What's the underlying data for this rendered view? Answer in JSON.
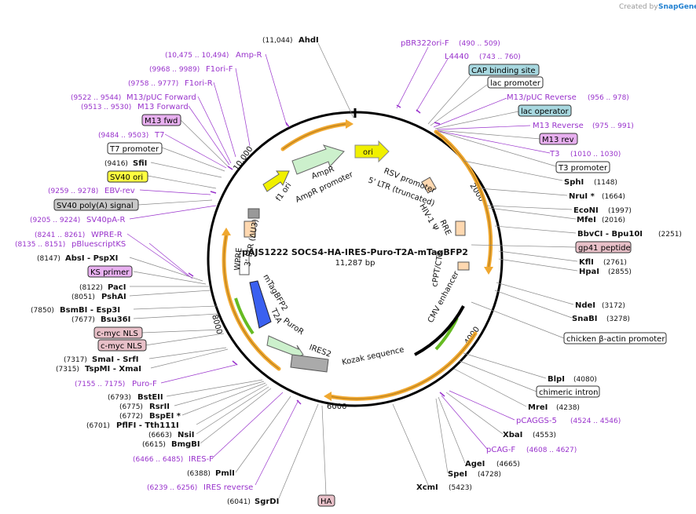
{
  "credit": {
    "created_by": "Created by",
    "brand": "SnapGene"
  },
  "plasmid": {
    "name": "pAJS1222 SOCS4-HA-IRES-Puro-T2A-mTagBFP2",
    "length": "11,287 bp"
  },
  "ring_ticks": [
    "2000",
    "4000",
    "6000",
    "8000",
    "10,000"
  ],
  "enzymes": [
    {
      "name": "AhdI",
      "pos": "(11,044)"
    },
    {
      "name": "SphI",
      "pos": "(1148)"
    },
    {
      "name": "NruI *",
      "pos": "(1664)"
    },
    {
      "name": "EcoNI",
      "pos": "(1997)"
    },
    {
      "name": "MfeI",
      "pos": "(2016)"
    },
    {
      "name": "BbvCI - Bpu10I",
      "pos": "(2251)"
    },
    {
      "name": "KflI",
      "pos": "(2761)"
    },
    {
      "name": "HpaI",
      "pos": "(2855)"
    },
    {
      "name": "NdeI",
      "pos": "(3172)"
    },
    {
      "name": "SnaBI",
      "pos": "(3278)"
    },
    {
      "name": "BlpI",
      "pos": "(4080)"
    },
    {
      "name": "MreI",
      "pos": "(4238)"
    },
    {
      "name": "XbaI",
      "pos": "(4553)"
    },
    {
      "name": "AgeI",
      "pos": "(4665)"
    },
    {
      "name": "SpeI",
      "pos": "(4728)"
    },
    {
      "name": "XcmI",
      "pos": "(5423)"
    },
    {
      "name": "SgrDI",
      "pos": "(6041)"
    },
    {
      "name": "PmlI",
      "pos": "(6388)"
    },
    {
      "name": "BmgBI",
      "pos": "(6615)"
    },
    {
      "name": "NsiI",
      "pos": "(6663)"
    },
    {
      "name": "PflFI - Tth111I",
      "pos": "(6701)"
    },
    {
      "name": "BspEI *",
      "pos": "(6772)"
    },
    {
      "name": "RsrII",
      "pos": "(6775)"
    },
    {
      "name": "BstEII",
      "pos": "(6793)"
    },
    {
      "name": "TspMI - XmaI",
      "pos": "(7315)"
    },
    {
      "name": "SmaI - SrfI",
      "pos": "(7317)"
    },
    {
      "name": "Bsu36I",
      "pos": "(7677)"
    },
    {
      "name": "BsmBI - Esp3I",
      "pos": "(7850)"
    },
    {
      "name": "PshAI",
      "pos": "(8051)"
    },
    {
      "name": "PacI",
      "pos": "(8122)"
    },
    {
      "name": "AbsI - PspXI",
      "pos": "(8147)"
    },
    {
      "name": "SfiI",
      "pos": "(9416)"
    }
  ],
  "primers": [
    {
      "name": "pBR322ori-F",
      "pos": "(490 .. 509)"
    },
    {
      "name": "L4440",
      "pos": "(743 .. 760)"
    },
    {
      "name": "M13/pUC Reverse",
      "pos": "(956 .. 978)"
    },
    {
      "name": "M13 Reverse",
      "pos": "(975 .. 991)"
    },
    {
      "name": "T3",
      "pos": "(1010 .. 1030)"
    },
    {
      "name": "pCAGGS-5",
      "pos": "(4524 .. 4546)"
    },
    {
      "name": "pCAG-F",
      "pos": "(4608 .. 4627)"
    },
    {
      "name": "IRES reverse",
      "pos": "(6239 .. 6256)"
    },
    {
      "name": "IRES-F",
      "pos": "(6466 .. 6485)"
    },
    {
      "name": "Puro-F",
      "pos": "(7155 .. 7175)"
    },
    {
      "name": "pBluescriptKS",
      "pos": "(8135 .. 8151)"
    },
    {
      "name": "WPRE-R",
      "pos": "(8241 .. 8261)"
    },
    {
      "name": "SV40pA-R",
      "pos": "(9205 .. 9224)"
    },
    {
      "name": "EBV-rev",
      "pos": "(9259 .. 9278)"
    },
    {
      "name": "T7",
      "pos": "(9484 .. 9503)"
    },
    {
      "name": "M13 Forward",
      "pos": "(9513 .. 9530)"
    },
    {
      "name": "M13/pUC Forward",
      "pos": "(9522 .. 9544)"
    },
    {
      "name": "F1ori-R",
      "pos": "(9758 .. 9777)"
    },
    {
      "name": "F1ori-F",
      "pos": "(9968 .. 9989)"
    },
    {
      "name": "Amp-R",
      "pos": "(10,475 .. 10,494)"
    }
  ],
  "boxed_labels": [
    {
      "text": "CAP binding site",
      "color": "#a8d8e0"
    },
    {
      "text": "lac promoter",
      "color": "#ffffff"
    },
    {
      "text": "lac operator",
      "color": "#a8d8e0"
    },
    {
      "text": "M13 rev",
      "color": "#e8b0f0"
    },
    {
      "text": "T3 promoter",
      "color": "#ffffff"
    },
    {
      "text": "gp41 peptide",
      "color": "#e8c0c8"
    },
    {
      "text": "chicken β-actin promoter",
      "color": "#ffffff"
    },
    {
      "text": "chimeric intron",
      "color": "#ffffff"
    },
    {
      "text": "HA",
      "color": "#e8c0c8"
    },
    {
      "text": "c-myc NLS",
      "color": "#e8c0c8"
    },
    {
      "text": "c-myc NLS",
      "color": "#e8c0c8"
    },
    {
      "text": "KS primer",
      "color": "#e8b0f0"
    },
    {
      "text": "SV40 poly(A) signal",
      "color": "#c8c8c8"
    },
    {
      "text": "SV40 ori",
      "color": "#ffff40"
    },
    {
      "text": "T7 promoter",
      "color": "#ffffff"
    },
    {
      "text": "M13 fwd",
      "color": "#e8b0f0"
    }
  ],
  "features": [
    "ori",
    "RSV promoter",
    "5' LTR (truncated)",
    "AmpR",
    "AmpR promoter",
    "f1 ori",
    "3' LTR (ΔU3)",
    "WPRE",
    "mTagBFP2",
    "T2A",
    "PuroR",
    "IRES2",
    "Kozak sequence",
    "CMV enhancer",
    "cPPT/CTS",
    "RRE",
    "HIV-1 Ψ"
  ],
  "colors": {
    "primer": "#9933cc",
    "arc": "#f0a830",
    "backbone": "#000000"
  }
}
